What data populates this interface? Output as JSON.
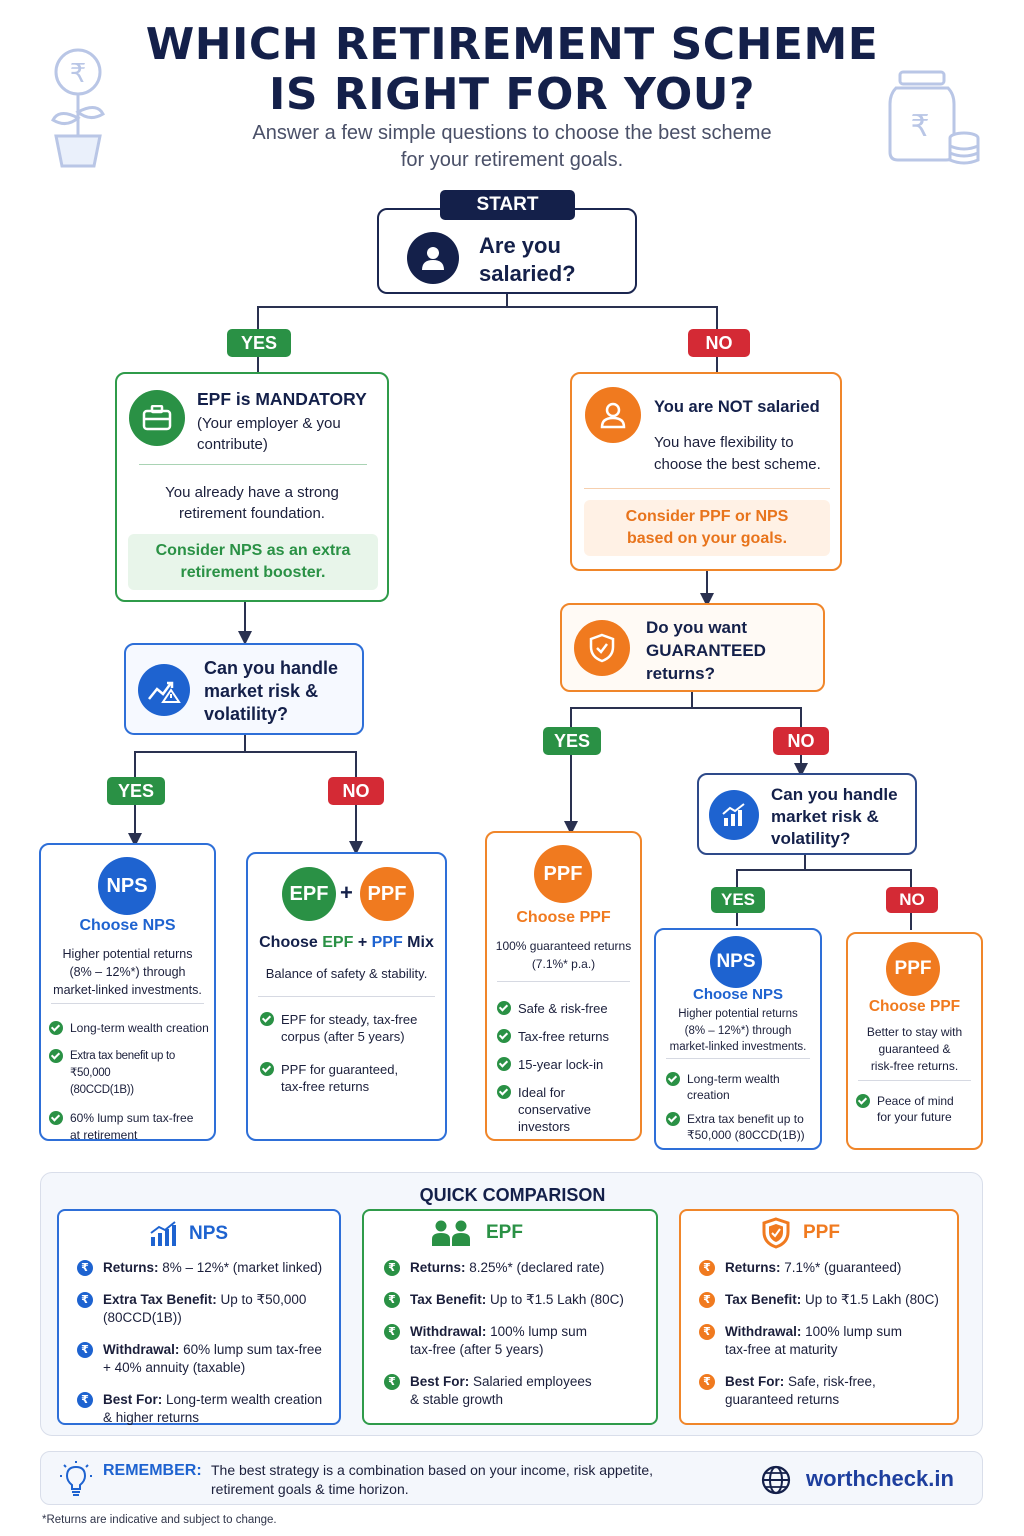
{
  "header": {
    "title_line1": "WHICH RETIREMENT SCHEME",
    "title_line2": "IS RIGHT FOR YOU?",
    "subtitle_line1": "Answer a few simple questions to choose the best scheme",
    "subtitle_line2": "for your retirement goals."
  },
  "labels": {
    "start": "START",
    "yes": "YES",
    "no": "NO"
  },
  "q1": {
    "line1": "Are you",
    "line2": "salaried?"
  },
  "salaried": {
    "title": "EPF is MANDATORY",
    "sub1": "(Your employer & you",
    "sub2": "contribute)",
    "text1": "You already have a strong",
    "text2": "retirement foundation.",
    "hl1": "Consider NPS as an extra",
    "hl2": "retirement booster."
  },
  "not_salaried": {
    "title": "You are NOT salaried",
    "text1": "You have flexibility to",
    "text2": "choose the best scheme.",
    "hl1": "Consider PPF or NPS",
    "hl2": "based on your goals."
  },
  "q_risk": {
    "line1": "Can you handle",
    "line2": "market risk &",
    "line3": "volatility?"
  },
  "q_guaranteed": {
    "line1": "Do you want",
    "line2": "GUARANTEED",
    "line3": "returns?"
  },
  "nps_card": {
    "badge": "NPS",
    "title": "Choose NPS",
    "desc1": "Higher potential returns",
    "desc2": "(8% – 12%*) through",
    "desc3": "market-linked investments.",
    "b1": "Long-term wealth creation",
    "b2a": "Extra tax benefit up to ₹50,000",
    "b2b": "(80CCD(1B))",
    "b3a": "60% lump sum tax-free",
    "b3b": "at retirement"
  },
  "mix_card": {
    "badge1": "EPF",
    "plus": "+",
    "badge2": "PPF",
    "t_choose": "Choose ",
    "t_epf": "EPF",
    "t_plus": " + ",
    "t_ppf": "PPF",
    "t_mix": " Mix",
    "desc": "Balance of safety & stability.",
    "b1a": "EPF for steady, tax-free",
    "b1b": "corpus (after 5 years)",
    "b2a": "PPF for guaranteed,",
    "b2b": "tax-free returns"
  },
  "ppf_card": {
    "badge": "PPF",
    "title": "Choose PPF",
    "desc1": "100% guaranteed returns",
    "desc2": "(7.1%* p.a.)",
    "b1": "Safe & risk-free",
    "b2": "Tax-free returns",
    "b3": "15-year lock-in",
    "b4a": "Ideal for conservative",
    "b4b": "investors"
  },
  "nps_card2": {
    "badge": "NPS",
    "title": "Choose NPS",
    "desc1": "Higher potential returns",
    "desc2": "(8% – 12%*) through",
    "desc3": "market-linked investments.",
    "b1a": "Long-term wealth",
    "b1b": "creation",
    "b2a": "Extra tax benefit up to",
    "b2b": "₹50,000 (80CCD(1B))"
  },
  "ppf_card2": {
    "badge": "PPF",
    "title": "Choose PPF",
    "desc1": "Better to stay with",
    "desc2": "guaranteed &",
    "desc3": "risk-free returns.",
    "b1a": "Peace of mind",
    "b1b": "for your future"
  },
  "comparison": {
    "title": "QUICK COMPARISON",
    "nps": {
      "name": "NPS",
      "r1k": "Returns:",
      "r1v": " 8% – 12%* (market linked)",
      "r2k": "Extra Tax Benefit:",
      "r2v": " Up to ₹50,000",
      "r2v2": "(80CCD(1B))",
      "r3k": "Withdrawal:",
      "r3v": " 60% lump sum tax-free",
      "r3v2": "+ 40% annuity (taxable)",
      "r4k": "Best For:",
      "r4v": " Long-term wealth creation",
      "r4v2": "& higher returns"
    },
    "epf": {
      "name": "EPF",
      "r1k": "Returns:",
      "r1v": " 8.25%* (declared rate)",
      "r2k": "Tax Benefit:",
      "r2v": " Up to ₹1.5 Lakh (80C)",
      "r3k": "Withdrawal:",
      "r3v": " 100% lump sum",
      "r3v2": "tax-free (after 5 years)",
      "r4k": "Best For:",
      "r4v": " Salaried employees",
      "r4v2": "& stable growth"
    },
    "ppf": {
      "name": "PPF",
      "r1k": "Returns:",
      "r1v": " 7.1%* (guaranteed)",
      "r2k": "Tax Benefit:",
      "r2v": " Up to ₹1.5 Lakh (80C)",
      "r3k": "Withdrawal:",
      "r3v": " 100% lump sum",
      "r3v2": "tax-free at maturity",
      "r4k": "Best For:",
      "r4v": " Safe, risk-free,",
      "r4v2": "guaranteed returns"
    },
    "rupee": "₹"
  },
  "remember": {
    "label": "REMEMBER:",
    "text1": "The best strategy is a combination based on your income, risk appetite,",
    "text2": "retirement goals & time horizon.",
    "site": "worthcheck.in"
  },
  "footnote": "*Returns are indicative and subject to change.",
  "colors": {
    "navy": "#14204a",
    "green": "#2a9145",
    "orange": "#f07a1f",
    "blue": "#1e63d0",
    "red": "#d42a35"
  }
}
